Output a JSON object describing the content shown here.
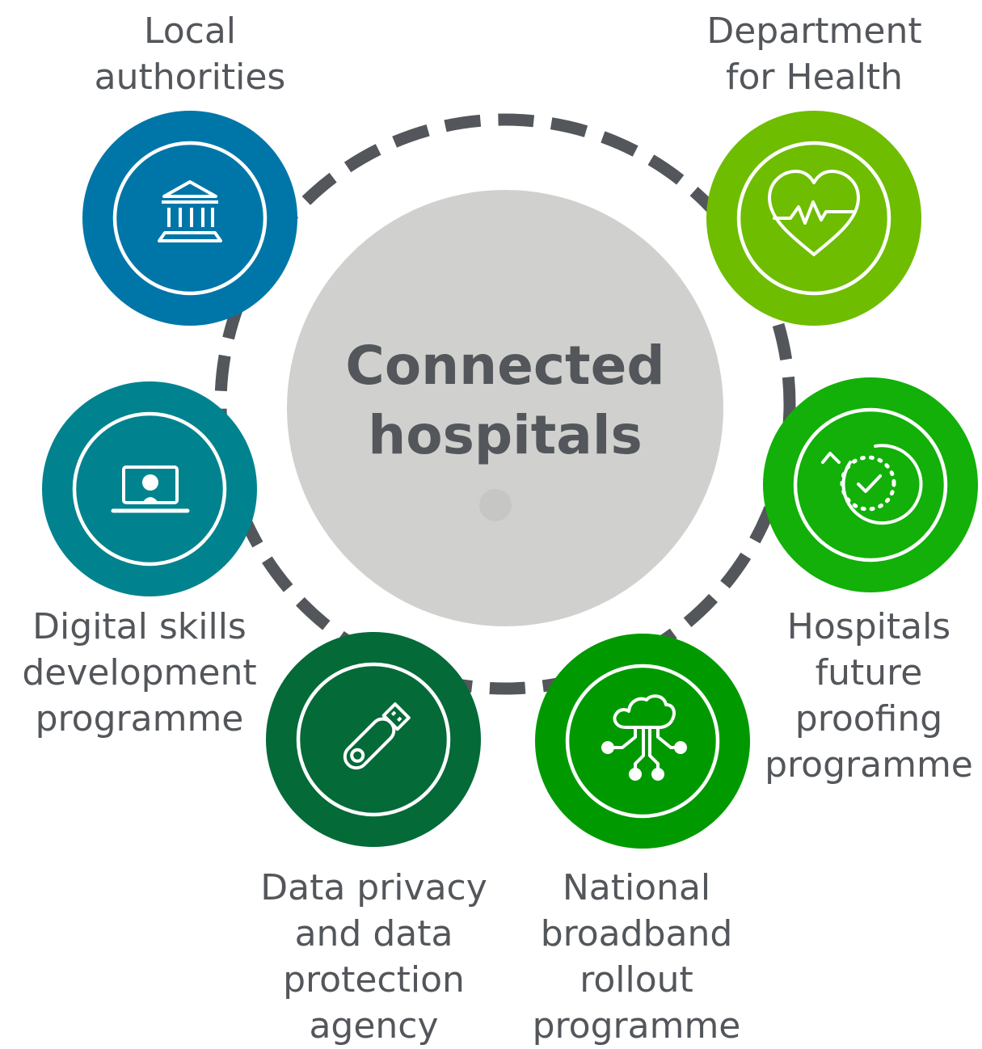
{
  "center": {
    "title": "Connected\nhospitals"
  },
  "nodes": [
    {
      "id": "local-authorities",
      "label": "Local\nauthorities",
      "color": "#0076a8",
      "icon": "government-building-icon"
    },
    {
      "id": "department-for-health",
      "label": "Department\nfor Health",
      "color": "#6ebd00",
      "icon": "heart-pulse-icon"
    },
    {
      "id": "digital-skills",
      "label": "Digital skills\ndevelopment\nprogramme",
      "color": "#00838f",
      "icon": "laptop-icon"
    },
    {
      "id": "future-proofing",
      "label": "Hospitals\nfuture\nproofing\nprogramme",
      "color": "#12b009",
      "icon": "stopwatch-check-icon"
    },
    {
      "id": "data-privacy",
      "label": "Data privacy\nand data\nprotection\nagency",
      "color": "#046a38",
      "icon": "usb-drive-icon"
    },
    {
      "id": "broadband",
      "label": "National\nbroadband\nrollout\nprogramme",
      "color": "#009a00",
      "icon": "cloud-network-icon"
    }
  ],
  "colors": {
    "ring": "#53565a",
    "center_fill": "#d0d0ce",
    "text": "#53565a"
  }
}
